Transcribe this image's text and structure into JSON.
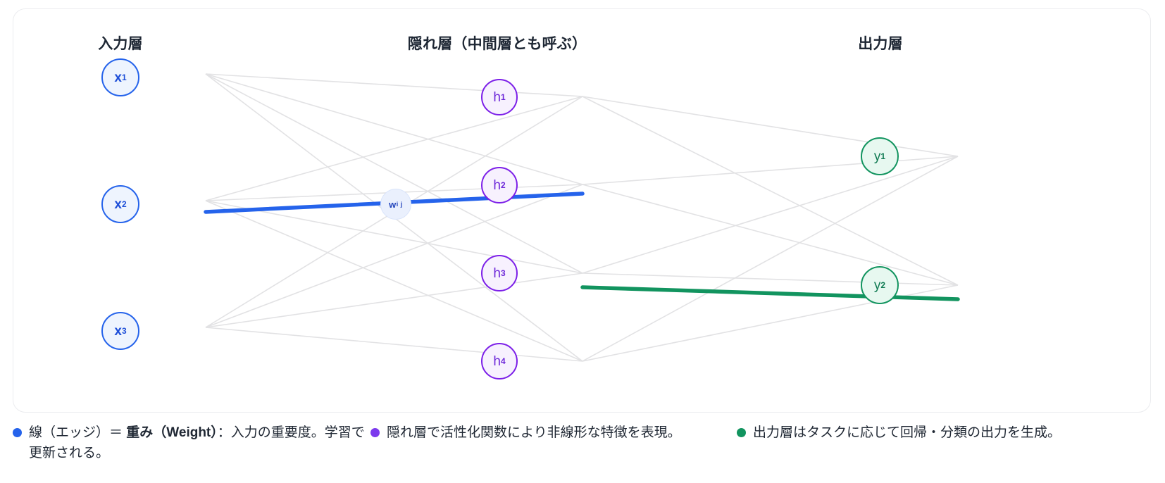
{
  "diagram": {
    "type": "neural-network",
    "layers": [
      {
        "id": "input",
        "title": "入力層",
        "color": "#2563eb",
        "fill": "#eef4fe",
        "nodes": [
          {
            "label": "x",
            "sub": "1"
          },
          {
            "label": "x",
            "sub": "2"
          },
          {
            "label": "x",
            "sub": "3"
          }
        ]
      },
      {
        "id": "hidden",
        "title": "隠れ層（中間層とも呼ぶ）",
        "color": "#7c1fe8",
        "fill": "#f7f1fe",
        "nodes": [
          {
            "label": "h",
            "sub": "1"
          },
          {
            "label": "h",
            "sub": "2"
          },
          {
            "label": "h",
            "sub": "3"
          },
          {
            "label": "h",
            "sub": "4"
          }
        ]
      },
      {
        "id": "output",
        "title": "出力層",
        "color": "#12945f",
        "fill": "#e7f8f0",
        "nodes": [
          {
            "label": "y",
            "sub": "1"
          },
          {
            "label": "y",
            "sub": "2"
          }
        ]
      }
    ],
    "weight_badge": {
      "label": "w",
      "sub": "i j"
    },
    "edge_color": "#e2e2e4",
    "highlight_edges": [
      {
        "name": "input-to-hidden-highlight",
        "color": "#2563eb"
      },
      {
        "name": "hidden-to-output-highlight",
        "color": "#12945f"
      }
    ]
  },
  "legend": {
    "items": [
      {
        "dot_color": "#2563eb",
        "prefix": "線（エッジ）＝ ",
        "bold": "重み（Weight）",
        "suffix": "：入力の重要度。学習で更新される。"
      },
      {
        "dot_color": "#7c3aed",
        "prefix": "",
        "bold": "",
        "suffix": "隠れ層で活性化関数により非線形な特徴を表現。"
      },
      {
        "dot_color": "#12945f",
        "prefix": "",
        "bold": "",
        "suffix": "出力層はタスクに応じて回帰・分類の出力を生成。"
      }
    ]
  }
}
